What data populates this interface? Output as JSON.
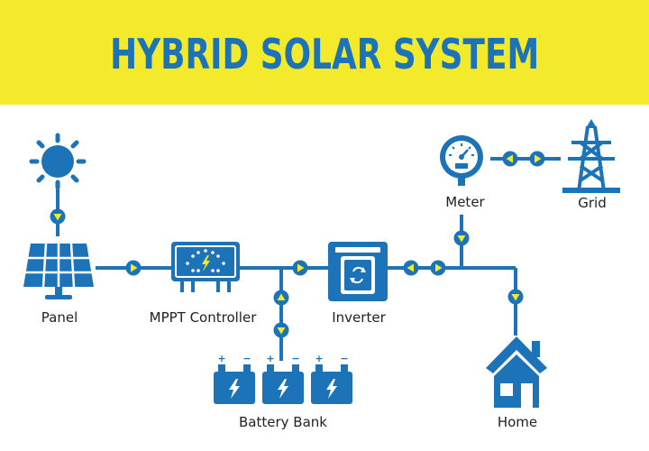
{
  "header": {
    "title": "HYBRID SOLAR SYSTEM"
  },
  "colors": {
    "banner": "#f2ea2a",
    "primary": "#1d73b8",
    "arrow": "#f2ea2a"
  },
  "nodes": {
    "sun": {
      "icon": "sun-icon"
    },
    "panel": {
      "label": "Panel",
      "icon": "solar-panel-icon"
    },
    "mppt": {
      "label": "MPPT Controller",
      "icon": "charge-controller-icon"
    },
    "inverter": {
      "label": "Inverter",
      "icon": "inverter-icon"
    },
    "battery": {
      "label": "Battery Bank",
      "icon": "battery-icon"
    },
    "meter": {
      "label": "Meter",
      "icon": "meter-gauge-icon"
    },
    "grid": {
      "label": "Grid",
      "icon": "transmission-tower-icon"
    },
    "home": {
      "label": "Home",
      "icon": "house-icon"
    }
  }
}
